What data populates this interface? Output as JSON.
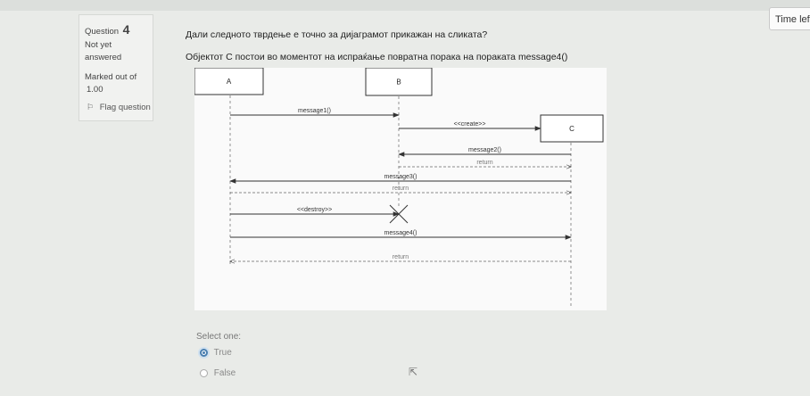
{
  "timer": {
    "label": "Time left"
  },
  "info": {
    "question_label": "Question",
    "question_number": "4",
    "state_line1": "Not yet",
    "state_line2": "answered",
    "marked_line1": "Marked out of",
    "marked_line2": "1.00",
    "flag_label": "Flag question"
  },
  "question": {
    "text": "Дали следното тврдење е точно за дијаграмот прикажан на сликата?",
    "statement": "Објектот C постои во моментот на испраќање повратна порака на пораката message4()"
  },
  "diagram": {
    "objects": [
      "A",
      "B",
      "C"
    ],
    "messages": [
      {
        "label": "message1()",
        "from": "A",
        "to": "B",
        "kind": "call"
      },
      {
        "label": "<<create>>",
        "from": "B",
        "to": "C",
        "kind": "create"
      },
      {
        "label": "message2()",
        "from": "C",
        "to": "B",
        "kind": "call"
      },
      {
        "label": "return",
        "from": "B",
        "to": "C",
        "kind": "return"
      },
      {
        "label": "message3()",
        "from": "C",
        "to": "A",
        "kind": "call"
      },
      {
        "label": "return",
        "from": "A",
        "to": "C",
        "kind": "return"
      },
      {
        "label": "<<destroy>>",
        "from": "A",
        "to": "B",
        "kind": "destroy"
      },
      {
        "label": "message4()",
        "from": "A",
        "to": "C",
        "kind": "call"
      },
      {
        "label": "return",
        "from": "C",
        "to": "A",
        "kind": "return"
      }
    ]
  },
  "answer": {
    "prompt": "Select one:",
    "options": [
      {
        "label": "True",
        "selected": true
      },
      {
        "label": "False",
        "selected": false
      }
    ]
  },
  "colors": {
    "accent": "#4a7fb0",
    "diagram_line": "#333333"
  }
}
